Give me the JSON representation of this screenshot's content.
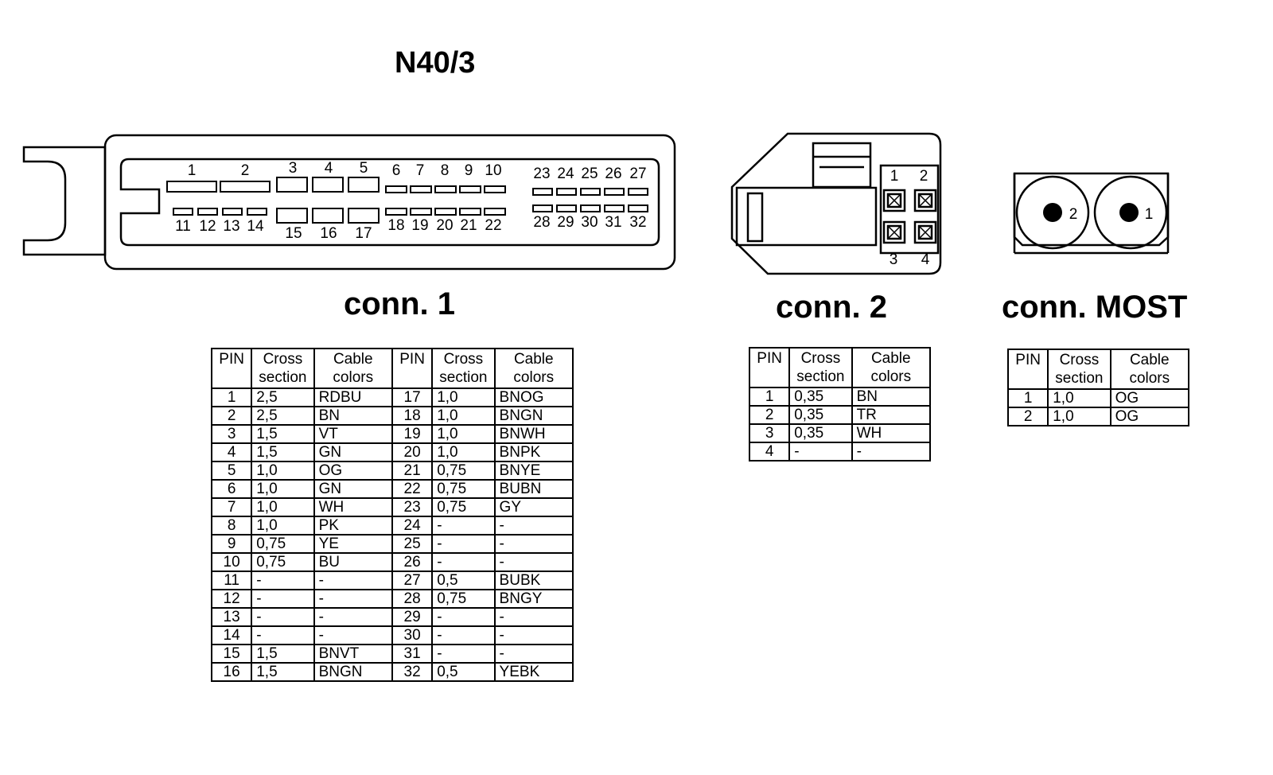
{
  "title": "N40/3",
  "connector_labels": {
    "conn1": "conn. 1",
    "conn2": "conn. 2",
    "most": "conn. MOST"
  },
  "conn1_pin_labels": {
    "top": [
      "1",
      "2",
      "3",
      "4",
      "5",
      "6",
      "7",
      "8",
      "9",
      "10",
      "23",
      "24",
      "25",
      "26",
      "27"
    ],
    "bottom": [
      "11",
      "12",
      "13",
      "14",
      "15",
      "16",
      "17",
      "18",
      "19",
      "20",
      "21",
      "22",
      "28",
      "29",
      "30",
      "31",
      "32"
    ]
  },
  "conn2_pin_labels": [
    "1",
    "2",
    "3",
    "4"
  ],
  "most_pin_labels": [
    "2",
    "1"
  ],
  "headers": {
    "pin": "PIN",
    "cross": "Cross section",
    "cable": "Cable colors"
  },
  "conn1_rows_left": [
    [
      "1",
      "2,5",
      "RDBU"
    ],
    [
      "2",
      "2,5",
      "BN"
    ],
    [
      "3",
      "1,5",
      "VT"
    ],
    [
      "4",
      "1,5",
      "GN"
    ],
    [
      "5",
      "1,0",
      "OG"
    ],
    [
      "6",
      "1,0",
      "GN"
    ],
    [
      "7",
      "1,0",
      "WH"
    ],
    [
      "8",
      "1,0",
      "PK"
    ],
    [
      "9",
      "0,75",
      "YE"
    ],
    [
      "10",
      "0,75",
      "BU"
    ],
    [
      "11",
      "-",
      "-"
    ],
    [
      "12",
      "-",
      "-"
    ],
    [
      "13",
      "-",
      "-"
    ],
    [
      "14",
      "-",
      "-"
    ],
    [
      "15",
      "1,5",
      "BNVT"
    ],
    [
      "16",
      "1,5",
      "BNGN"
    ]
  ],
  "conn1_rows_right": [
    [
      "17",
      "1,0",
      "BNOG"
    ],
    [
      "18",
      "1,0",
      "BNGN"
    ],
    [
      "19",
      "1,0",
      "BNWH"
    ],
    [
      "20",
      "1,0",
      "BNPK"
    ],
    [
      "21",
      "0,75",
      "BNYE"
    ],
    [
      "22",
      "0,75",
      "BUBN"
    ],
    [
      "23",
      "0,75",
      "GY"
    ],
    [
      "24",
      "-",
      "-"
    ],
    [
      "25",
      "-",
      "-"
    ],
    [
      "26",
      "-",
      "-"
    ],
    [
      "27",
      "0,5",
      "BUBK"
    ],
    [
      "28",
      "0,75",
      "BNGY"
    ],
    [
      "29",
      "-",
      "-"
    ],
    [
      "30",
      "-",
      "-"
    ],
    [
      "31",
      "-",
      "-"
    ],
    [
      "32",
      "0,5",
      "YEBK"
    ]
  ],
  "conn2_rows": [
    [
      "1",
      "0,35",
      "BN"
    ],
    [
      "2",
      "0,35",
      "TR"
    ],
    [
      "3",
      "0,35",
      "WH"
    ],
    [
      "4",
      "-",
      "-"
    ]
  ],
  "most_rows": [
    [
      "1",
      "1,0",
      "OG"
    ],
    [
      "2",
      "1,0",
      "OG"
    ]
  ]
}
